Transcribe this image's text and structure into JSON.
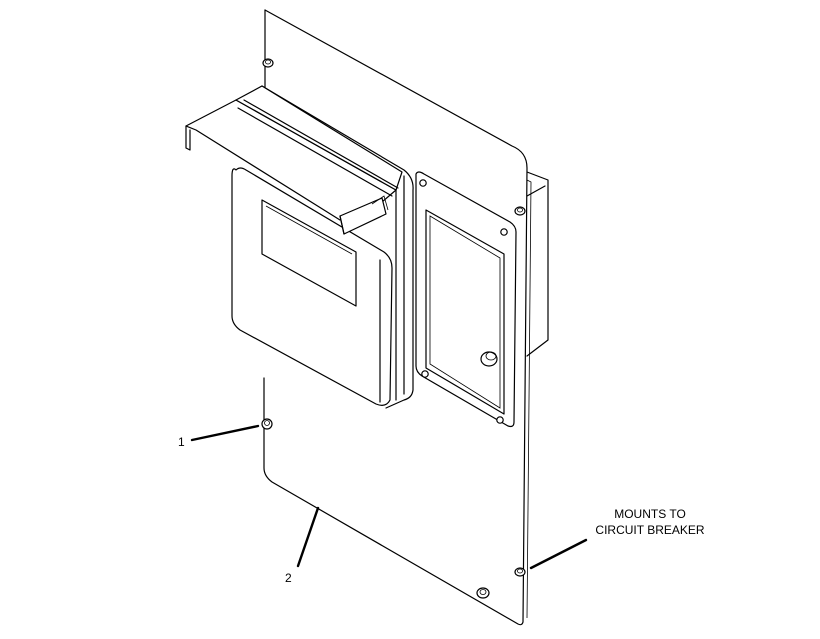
{
  "callouts": {
    "item1": "1",
    "item2": "2",
    "note_line1": "MOUNTS TO",
    "note_line2": "CIRCUIT BREAKER"
  },
  "colors": {
    "ink": "#000000",
    "paper": "#ffffff"
  }
}
